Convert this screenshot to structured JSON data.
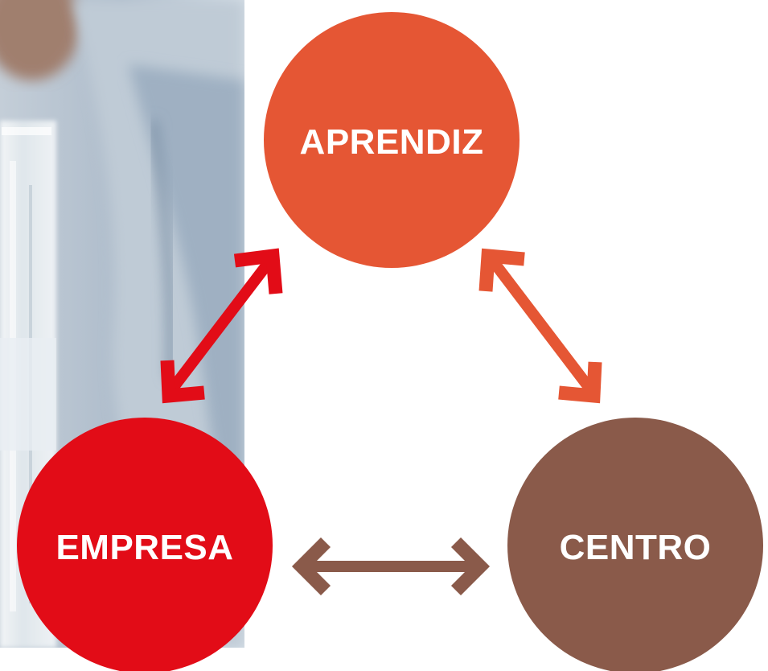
{
  "nodes": {
    "aprendiz": {
      "label": "APRENDIZ",
      "color": "#e55634"
    },
    "empresa": {
      "label": "EMPRESA",
      "color": "#e20c17"
    },
    "centro": {
      "label": "CENTRO",
      "color": "#8a5a4a"
    }
  },
  "arrows": {
    "aprendiz_empresa": {
      "color": "#e20c17"
    },
    "aprendiz_centro": {
      "color": "#e55634"
    },
    "empresa_centro": {
      "color": "#8a5a4a"
    }
  },
  "background_photo": {
    "icon": "laboratory-photo"
  }
}
